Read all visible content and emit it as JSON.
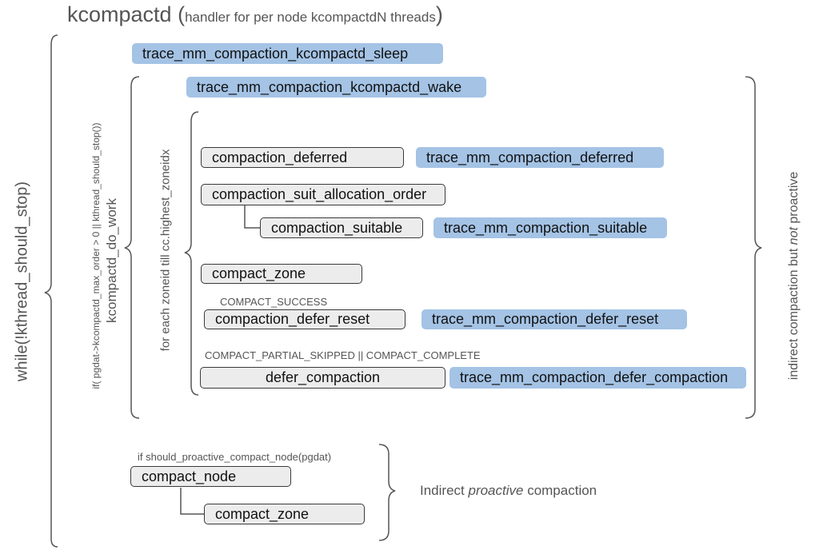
{
  "title": {
    "name": "kcompactd",
    "open_paren": "(",
    "subtitle": "handler for per node kcompactdN threads",
    "close_paren": ")"
  },
  "outer_loop": {
    "label": "while(!kthread_should_stop)"
  },
  "sleep_trace": "trace_mm_compaction_kcompactd_sleep",
  "do_work": {
    "condition": "if( pgdat->kcompactd_max_order > 0 || kthread_should_stop())",
    "label": "kcompactd_do_work",
    "wake_trace": "trace_mm_compaction_kcompactd_wake",
    "zone_loop": "for each zoneid till cc.highest_zoneidx",
    "side_note_pre": "indirect compaction but ",
    "side_note_em": "not",
    "side_note_post": " proactive"
  },
  "steps": {
    "deferred": {
      "fn": "compaction_deferred",
      "trace": "trace_mm_compaction_deferred"
    },
    "suit_order": {
      "fn": "compaction_suit_allocation_order"
    },
    "suitable": {
      "fn": "compaction_suitable",
      "trace": "trace_mm_compaction_suitable"
    },
    "compact_zone": {
      "fn": "compact_zone"
    },
    "success_cond": "COMPACT_SUCCESS",
    "defer_reset": {
      "fn": "compaction_defer_reset",
      "trace": "trace_mm_compaction_defer_reset"
    },
    "partial_cond": "COMPACT_PARTIAL_SKIPPED || COMPACT_COMPLETE",
    "defer_compaction": {
      "fn": "defer_compaction",
      "trace": "trace_mm_compaction_defer_compaction"
    }
  },
  "proactive": {
    "condition": "if should_proactive_compact_node(pgdat)",
    "compact_node": "compact_node",
    "compact_zone": "compact_zone",
    "note_pre": "Indirect ",
    "note_em": "proactive",
    "note_post": " compaction"
  },
  "colors": {
    "trace_box": "#a4c3e5",
    "fn_box": "#ececec",
    "bracket": "#555555"
  }
}
